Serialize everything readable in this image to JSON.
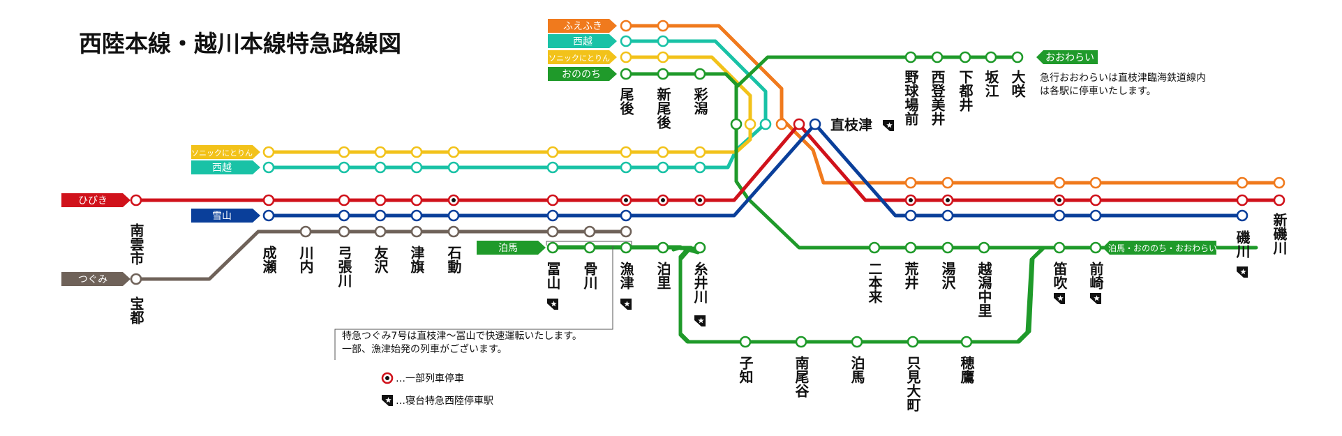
{
  "title": "西陸本線・越川本線特急路線図",
  "colors": {
    "hibiki": "#d0121b",
    "yukiyama": "#0a3f9a",
    "tsugumi": "#6f6259",
    "tomari": "#1f9a2a",
    "sonic": "#f2c21a",
    "nishikoshi": "#19c2a6",
    "fuefuki": "#f07a1d"
  },
  "services": {
    "fuefuki": "ふえふき",
    "nishikoshi_top": "西越",
    "sonic_top": "ソニックにとりん",
    "onoochi": "おののち",
    "sonic_left": "ソニックにとりん",
    "nishikoshi_left": "西越",
    "hibiki": "ひびき",
    "yukiyama": "雪山",
    "tsugumi": "つぐみ",
    "tomari": "泊馬",
    "ooowarai": "おおわらい",
    "combined_right": "泊馬・おののち・おおわらい"
  },
  "stations": {
    "minami_kumo": "南雲市",
    "houto": "宝都",
    "narise": "成瀬",
    "kawauchi": "川内",
    "yumiharikawa": "弓張川",
    "tomosawa": "友沢",
    "tsuhata": "津旗",
    "ishidou": "石動",
    "toyama": "冨山",
    "honegawa": "骨川",
    "gyotsu": "漁津",
    "tomari": "泊里",
    "itoikawa": "糸井川",
    "oushiri": "尾後",
    "shin_oushiri": "新尾後",
    "ayagata": "彩潟",
    "naoetsu": "直枝津",
    "yakyujomae": "野球場前",
    "nishitomi": "西登美井",
    "shimotsui": "下都井",
    "sakae": "坂江",
    "osaki": "大咲",
    "nihongi": "二本来",
    "arai": "荒井",
    "yuzawa": "湯沢",
    "koshigata_nakazato": "越潟中里",
    "fuefuki": "笛吹",
    "maesaki": "前崎",
    "isokawa": "磯川",
    "shin_isokawa": "新磯川",
    "kochi": "子知",
    "minami_oya": "南尾谷",
    "tomari_loop": "泊馬",
    "tadami_omachi": "只見大町",
    "hotaka": "穂鷹"
  },
  "notes": {
    "ooowarai_note_1": "急行おおわらいは直枝津臨海鉄道線内",
    "ooowarai_note_2": "は各駅に停車いたします。",
    "tsugumi_note_1": "特急つぐみ7号は直枝津～冨山で快速運転いたします。",
    "tsugumi_note_2": "一部、漁津始発の列車がございます。",
    "legend_partial": "…一部列車停車",
    "legend_sleeper": "…寝台特急西陸停車駅"
  },
  "legend_icons": {
    "partial_stop": "partial-stop-icon",
    "sleeper_stop": "sleeper-star-icon"
  }
}
